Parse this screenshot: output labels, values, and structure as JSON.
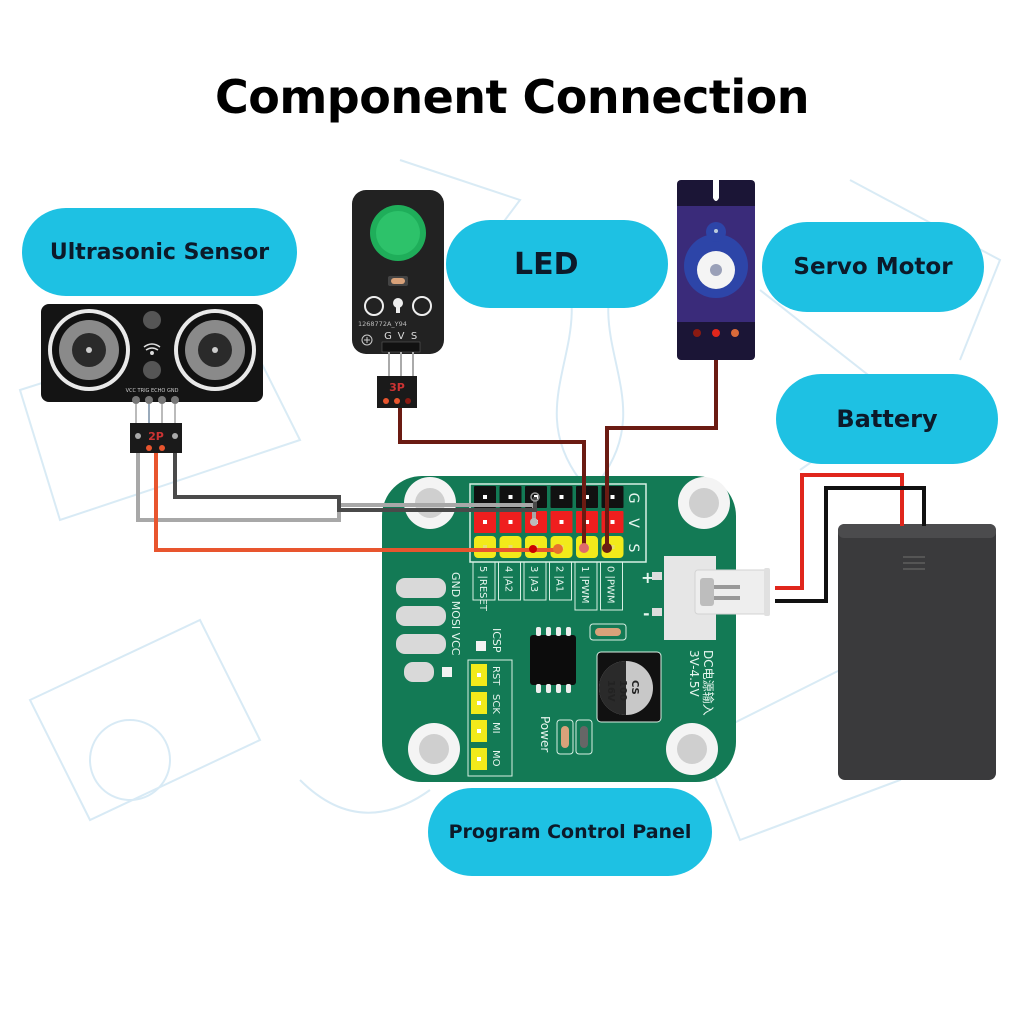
{
  "title": "Component Connection",
  "labels": {
    "ultrasonic": "Ultrasonic Sensor",
    "led": "LED",
    "servo": "Servo Motor",
    "battery": "Battery",
    "control_panel": "Program Control Panel"
  },
  "colors": {
    "pill": "#1ec1e3",
    "board": "#137a55",
    "wire_signal": "#e8552e",
    "wire_gray": "#a8a8a8",
    "wire_dark": "#4a4a4a",
    "wire_brown": "#6b1b12",
    "battery_red": "#e0261c",
    "battery_black": "#111111"
  },
  "led_module": {
    "part_code": "1268772A_Y94",
    "pins": [
      "G",
      "V",
      "S"
    ],
    "connector": "3P"
  },
  "ultrasonic_module": {
    "pin_labels": "VCC TRIG ECHO GND",
    "connector": "2P"
  },
  "board": {
    "header_rows": [
      "G",
      "V",
      "S"
    ],
    "port_labels": [
      "5 |RESET",
      "4 |A2",
      "3 |A3",
      "2 |A1",
      "1 |PWM",
      "0 |PWM"
    ],
    "side_labels": "GND MOSI VCC",
    "icsp_label": "ICSP",
    "icsp_pins": [
      "RST",
      "SCK",
      "MI",
      "MO"
    ],
    "capacitor": [
      "CS",
      "100",
      "16V"
    ],
    "power_label": "Power",
    "dc_input_label": "DC电源输入",
    "dc_voltage": "3V-4.5V",
    "plus": "+",
    "minus": "-"
  }
}
